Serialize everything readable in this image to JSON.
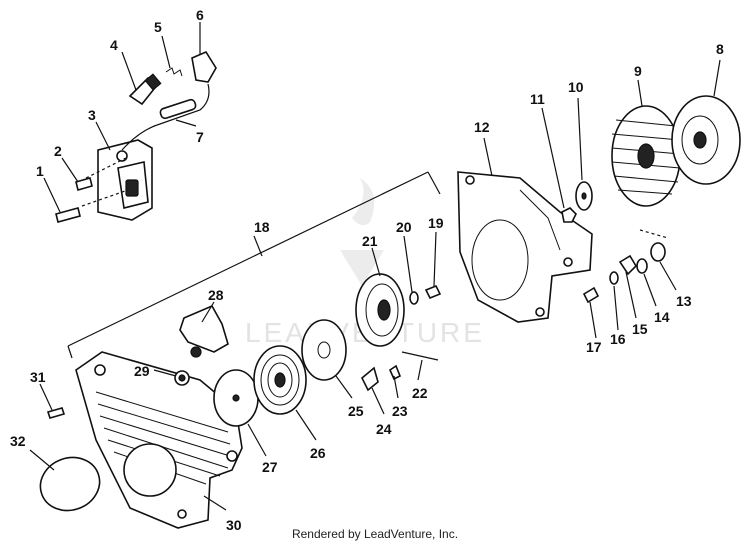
{
  "watermark": "LEADVENTURE",
  "footer": "Rendered by LeadVenture, Inc.",
  "labels": {
    "p1": "1",
    "p2": "2",
    "p3": "3",
    "p4": "4",
    "p5": "5",
    "p6": "6",
    "p7": "7",
    "p8": "8",
    "p9": "9",
    "p10": "10",
    "p11": "11",
    "p12": "12",
    "p13": "13",
    "p14": "14",
    "p15": "15",
    "p16": "16",
    "p17": "17",
    "p18": "18",
    "p19": "19",
    "p20": "20",
    "p21": "21",
    "p22": "22",
    "p23": "23",
    "p24": "24",
    "p25": "25",
    "p26": "26",
    "p27": "27",
    "p28": "28",
    "p29": "29",
    "p30": "30",
    "p31": "31",
    "p32": "32"
  }
}
